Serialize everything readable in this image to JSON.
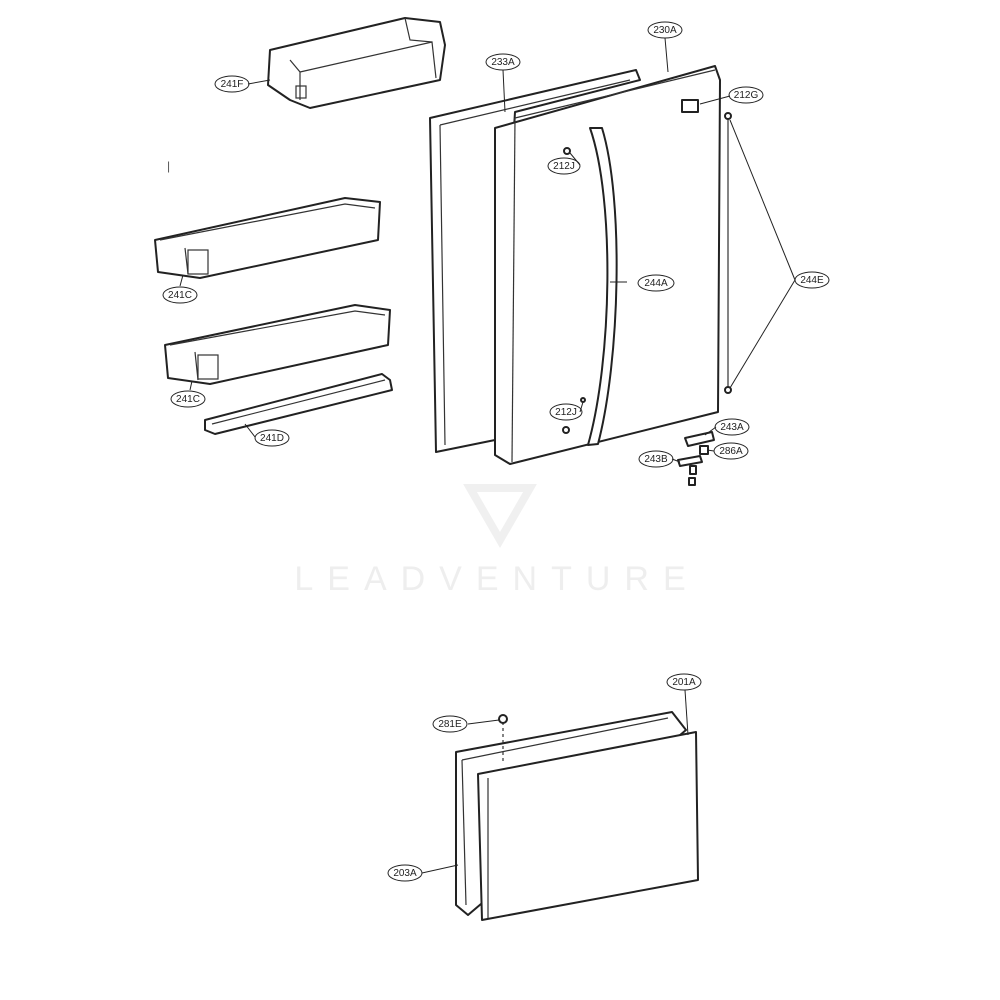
{
  "watermark": {
    "text": "LEADVENTURE"
  },
  "labels": {
    "241F": "241F",
    "233A": "233A",
    "230A": "230A",
    "212G": "212G",
    "212J_top": "212J",
    "244A": "244A",
    "244E": "244E",
    "241C_top": "241C",
    "241C_bottom": "241C",
    "241D": "241D",
    "212J_bottom": "212J",
    "243A": "243A",
    "286A": "286A",
    "243B": "243B",
    "201A": "201A",
    "281E": "281E",
    "203A": "203A"
  },
  "colors": {
    "line": "#222222",
    "watermark": "#eeeeee"
  }
}
